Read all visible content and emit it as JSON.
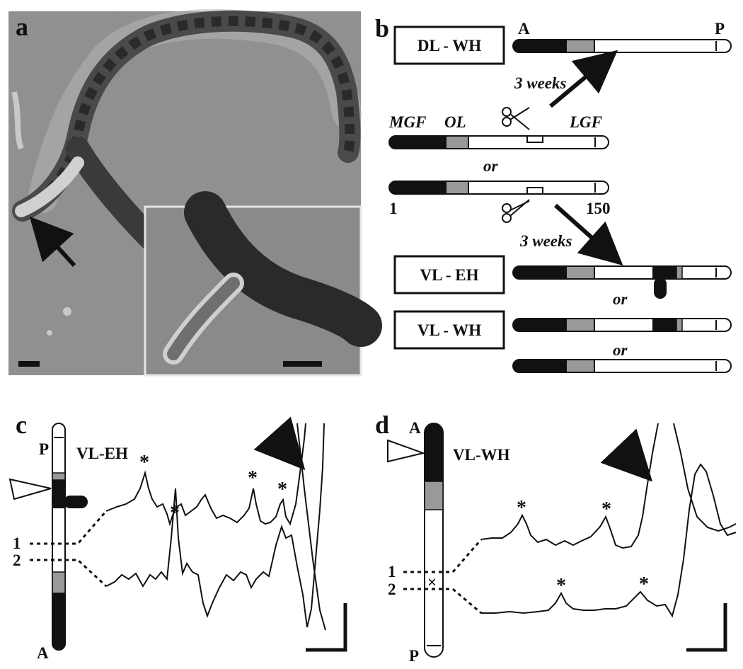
{
  "panels": {
    "a": {
      "label": "a"
    },
    "b": {
      "label": "b",
      "ends": {
        "anterior": "A",
        "posterior": "P"
      },
      "regions": {
        "mgf": "MGF",
        "ol": "OL",
        "lgf": "LGF"
      },
      "or_text": "or",
      "segment_start": "1",
      "segment_end": "150",
      "time_label": "3 weeks",
      "boxes": {
        "dl_wh": "DL - WH",
        "vl_eh": "VL - EH",
        "vl_wh": "VL - WH"
      }
    },
    "c": {
      "label": "c",
      "title": "VL-EH",
      "top_end": "P",
      "bottom_end": "A",
      "trace_numbers": [
        "1",
        "2"
      ],
      "asterisk": "*"
    },
    "d": {
      "label": "d",
      "title": "VL-WH",
      "top_end": "A",
      "bottom_end": "P",
      "trace_numbers": [
        "1",
        "2"
      ],
      "asterisk": "*",
      "cross": "×"
    }
  },
  "colors": {
    "ink": "#111111",
    "gray_band": "#999999",
    "photo_bg": "#8d8d8d"
  }
}
